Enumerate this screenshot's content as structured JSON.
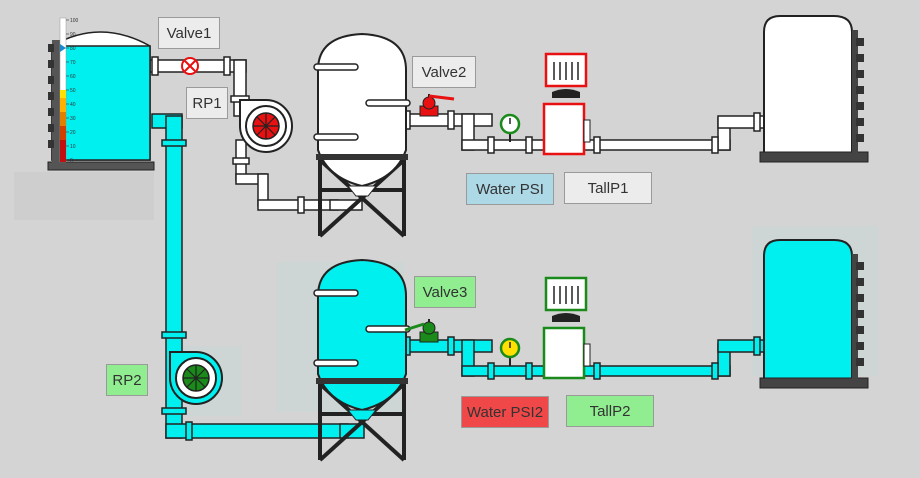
{
  "labels": {
    "valve1": "Valve1",
    "rp1": "RP1",
    "valve2": "Valve2",
    "water_psi": "Water PSI",
    "tallp1": "TallP1",
    "valve3": "Valve3",
    "rp2": "RP2",
    "water_psi2": "Water PSI2",
    "tallp2": "TallP2"
  },
  "level_gauge": {
    "ticks": [
      "100",
      "90",
      "80",
      "70",
      "60",
      "50",
      "40",
      "30",
      "20",
      "10",
      "0"
    ],
    "level_percent": 82
  },
  "colors": {
    "water": "#00f0f0",
    "empty": "#ffffff",
    "pipe_outline": "#222222",
    "running": "#1a8a1a",
    "stopped": "#e81010",
    "label_grey": "#ececec",
    "label_green": "#90ee90",
    "label_blue": "#add8e6",
    "label_red": "#f04848"
  },
  "states": {
    "valve1": "closed",
    "valve2": "open-red",
    "valve3": "open-green",
    "pump_rp1": "stopped",
    "pump_rp2": "running",
    "tallp1": "stopped",
    "tallp2": "running",
    "gauge_water_psi": "ok",
    "gauge_water_psi2": "warning"
  },
  "icons": [
    "storage-tank-icon",
    "pressure-vessel-icon",
    "centrifugal-pump-icon",
    "gate-valve-icon",
    "pressure-gauge-icon",
    "vertical-pump-icon",
    "ladder-icon"
  ]
}
